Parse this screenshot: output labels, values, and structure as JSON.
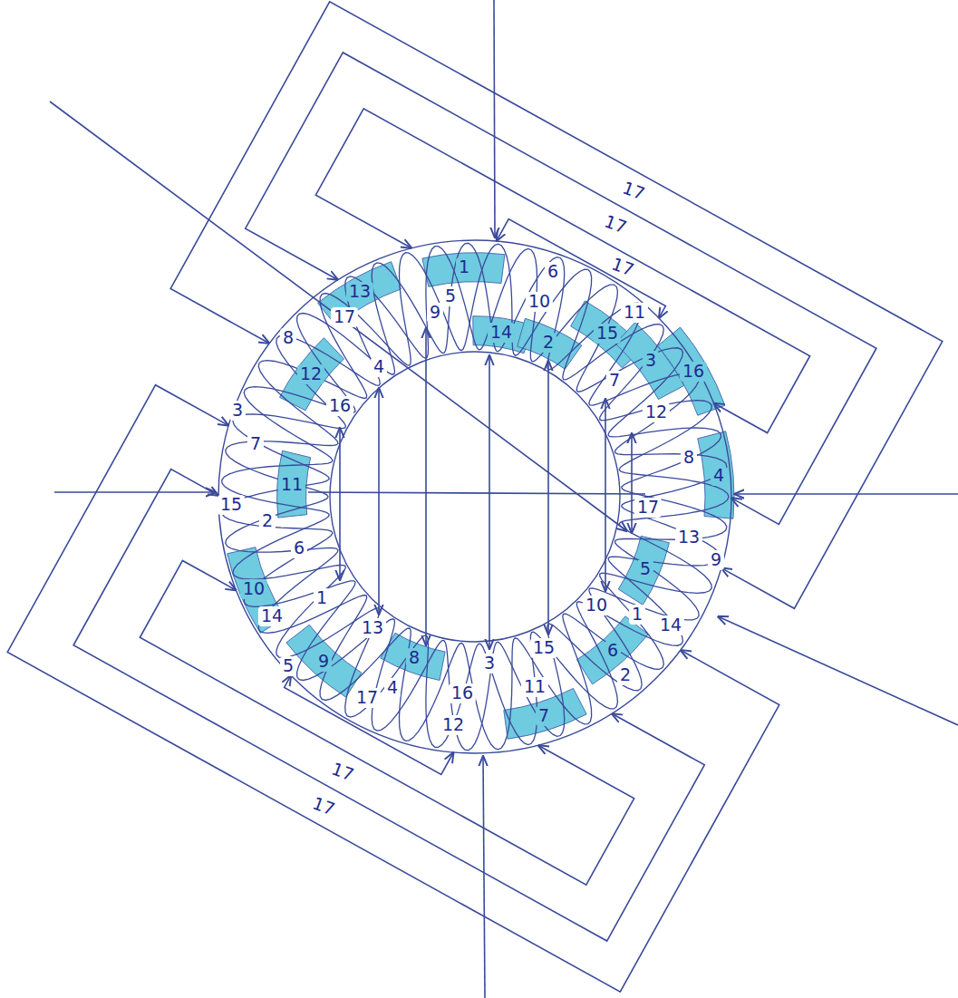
{
  "diagram": {
    "labels": [
      "1",
      "6",
      "11",
      "16",
      "4",
      "9",
      "14",
      "2",
      "7",
      "12",
      "17",
      "5",
      "10",
      "15",
      "3",
      "8",
      "13",
      "5",
      "10",
      "15",
      "3",
      "8",
      "13",
      "1",
      "6",
      "11",
      "16",
      "4",
      "9",
      "14",
      "2",
      "7",
      "12",
      "17",
      "9",
      "14",
      "2",
      "7",
      "12",
      "17",
      "5",
      "10",
      "15",
      "3",
      "8",
      "13",
      "1",
      "6",
      "11",
      "16",
      "4",
      "17",
      "17",
      "17",
      "17",
      "17"
    ]
  }
}
